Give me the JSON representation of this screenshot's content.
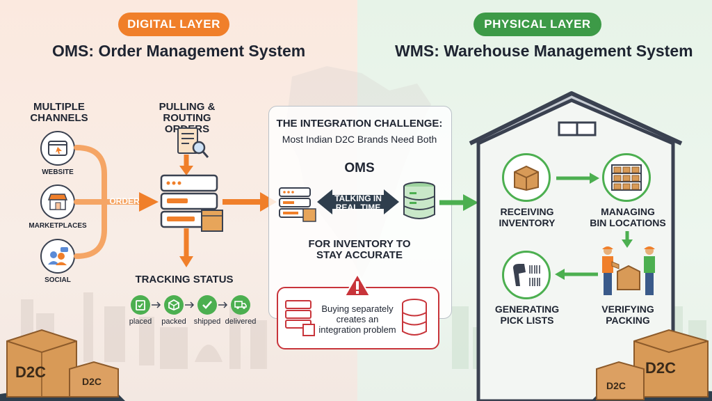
{
  "left": {
    "badge": "DIGITAL LAYER",
    "title": "OMS: Order Management System",
    "channels_heading": "MULTIPLE\nCHANNELS",
    "channels": [
      {
        "label": "WEBSITE",
        "icon": "browser-icon"
      },
      {
        "label": "MARKETPLACES",
        "icon": "storefront-icon"
      },
      {
        "label": "SOCIAL",
        "icon": "people-chat-icon"
      }
    ],
    "order_label": "ORDER",
    "pulling_heading": "PULLING &\nROUTING ORDERS",
    "tracking_heading": "TRACKING STATUS",
    "statuses": [
      "placed",
      "packed",
      "shipped",
      "delivered"
    ],
    "box_label_large": "D2C",
    "box_label_small": "D2C"
  },
  "center": {
    "heading": "THE INTEGRATION CHALLENGE:",
    "subheading": "Most Indian D2C Brands Need Both",
    "oms_label": "OMS",
    "arrow_label": "TALKING IN\nREAL TIME",
    "footer": "FOR INVENTORY TO\nSTAY ACCURATE",
    "warning_text": "Buying separately\ncreates an\nintegration problem"
  },
  "right": {
    "badge": "PHYSICAL LAYER",
    "title": "WMS: Warehouse Management System",
    "steps": [
      {
        "label": "RECEIVING\nINVENTORY",
        "icon": "box-icon"
      },
      {
        "label": "MANAGING\nBIN LOCATIONS",
        "icon": "shelves-icon"
      },
      {
        "label": "VERIFYING\nPACKING",
        "icon": "workers-icon"
      },
      {
        "label": "GENERATING\nPICK LISTS",
        "icon": "barcode-scanner-icon"
      }
    ],
    "box_label_large": "D2C",
    "box_label_small": "D2C"
  },
  "colors": {
    "orange": "#f07f2a",
    "green": "#4caf50",
    "dark": "#3a4150",
    "red": "#c8343a",
    "teal": "#2f3e4d"
  }
}
